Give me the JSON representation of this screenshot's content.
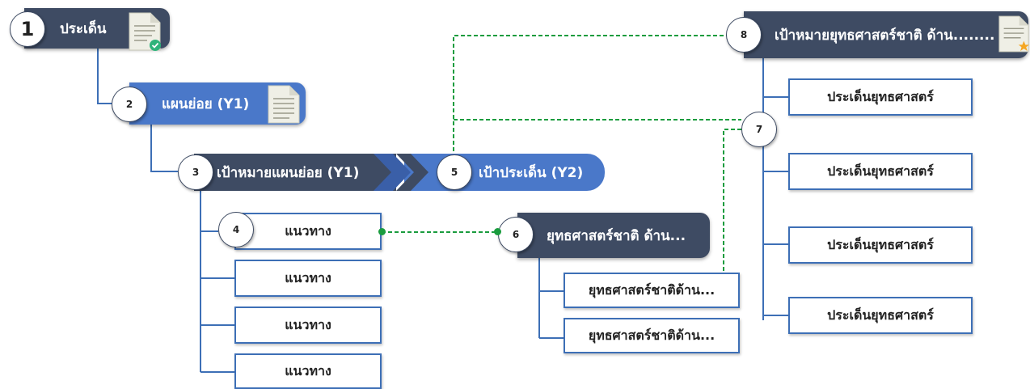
{
  "nodes": {
    "n1": {
      "num": "1",
      "label": "ประเด็น"
    },
    "n2": {
      "num": "2",
      "label": "แผนย่อย (Y1)"
    },
    "n3": {
      "num": "3",
      "label": "เป้าหมายแผนย่อย (Y1)"
    },
    "n4": {
      "num": "4",
      "label": "แนวทาง"
    },
    "n5": {
      "num": "5",
      "label": "เป้าประเด็น (Y2)"
    },
    "n6": {
      "num": "6",
      "label": "ยุทธศาสตร์ชาติ ด้าน..."
    },
    "n7": {
      "num": "7"
    },
    "n8": {
      "num": "8",
      "label": "เป้าหมายยุทธศาสตร์ชาติ ด้าน........"
    }
  },
  "guidelines": [
    "แนวทาง",
    "แนวทาง",
    "แนวทาง"
  ],
  "national_strategy_items": [
    "ยุทธศาสตร์ชาติด้าน...",
    "ยุทธศาสตร์ชาติด้าน..."
  ],
  "strategic_issues": [
    "ประเด็นยุทธศาสตร์",
    "ประเด็นยุทธศาสตร์",
    "ประเด็นยุทธศาสตร์",
    "ประเด็นยุทธศาสตร์"
  ],
  "colors": {
    "dark_node": "#3e4b63",
    "blue_node": "#4a78c9",
    "connector": "#3d6fb6",
    "dashed_link": "#1a9c3e",
    "check_badge": "#2fb37a",
    "star_badge": "#f5a623"
  },
  "icons": {
    "n1_doc": "document-check-icon",
    "n2_doc": "document-icon",
    "n8_doc": "document-star-icon"
  }
}
